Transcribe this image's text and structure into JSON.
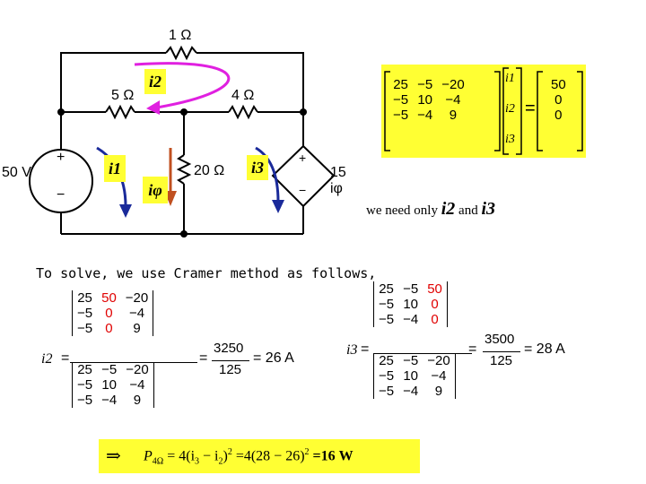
{
  "circuit": {
    "r_top": "1 Ω",
    "r_left": "5 Ω",
    "r_right": "4 Ω",
    "r_mid": "20 Ω",
    "source_v": "50 V",
    "source_dep": "15 iφ",
    "plus": "+",
    "minus": "−",
    "i1": "i1",
    "i2": "i2",
    "i3": "i3",
    "iphi": "iφ"
  },
  "matrix_eq": {
    "A": [
      [
        "25",
        "−5",
        "−20"
      ],
      [
        "−5",
        "10",
        "−4"
      ],
      [
        "−5",
        "−4",
        "9"
      ]
    ],
    "x": [
      "i1",
      "i2",
      "i3"
    ],
    "b": [
      "50",
      "0",
      "0"
    ],
    "eq": "="
  },
  "note": {
    "prefix": "we need only ",
    "i2": "i2",
    "and": " and ",
    "i3": "i3"
  },
  "intro": "To solve,  we use Cramer method as follows,",
  "cramer_i2": {
    "lhs": "i2",
    "num": [
      [
        "25",
        "50",
        "−20"
      ],
      [
        "−5",
        "0",
        "−4"
      ],
      [
        "−5",
        "0",
        "9"
      ]
    ],
    "den": [
      [
        "25",
        "−5",
        "−20"
      ],
      [
        "−5",
        "10",
        "−4"
      ],
      [
        "−5",
        "−4",
        "9"
      ]
    ],
    "frac_num": "3250",
    "frac_den": "125",
    "result": "= 26 A"
  },
  "cramer_i3": {
    "lhs": "i3",
    "num": [
      [
        "25",
        "−5",
        "50"
      ],
      [
        "−5",
        "10",
        "0"
      ],
      [
        "−5",
        "−4",
        "0"
      ]
    ],
    "den": [
      [
        "25",
        "−5",
        "−20"
      ],
      [
        "−5",
        "10",
        "−4"
      ],
      [
        "−5",
        "−4",
        "9"
      ]
    ],
    "frac_num": "3500",
    "frac_den": "125",
    "result": "= 28 A"
  },
  "power": {
    "arrow": "⇒",
    "lhs": "P",
    "lhs_sub": "4Ω",
    "expr1": "= 4(i",
    "sub3": "3",
    "minus": " − i",
    "sub2": "2",
    "close": ")",
    "sq": "2",
    "expr2": " =4(28 − 26)",
    "sq2": "2",
    "result": " =16 W"
  },
  "colors": {
    "highlight": "#ffff33",
    "arrow_i2": "#e020e0",
    "arrow_i3": "#1a2a9a",
    "arrow_iphi": "#c05020",
    "red_col": "#e00000"
  }
}
